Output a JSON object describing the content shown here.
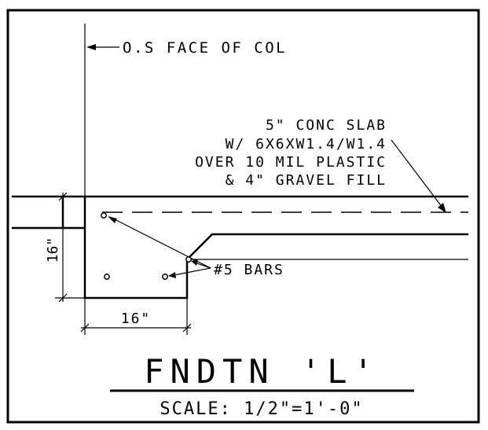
{
  "drawing": {
    "face_of_col_label": "O.S FACE OF COL",
    "slab_note": {
      "line1": "5\" CONC SLAB",
      "line2": "W/ 6X6XW1.4/W1.4",
      "line3": "OVER 10 MIL PLASTIC",
      "line4": "& 4\" GRAVEL FILL"
    },
    "bars_label": "#5 BARS",
    "dim_vertical": "16\"",
    "dim_horizontal": "16\"",
    "title": "FNDTN 'L'",
    "scale": "SCALE: 1/2\"=1'-0\""
  },
  "colors": {
    "line": "#000000",
    "background": "#ffffff"
  }
}
